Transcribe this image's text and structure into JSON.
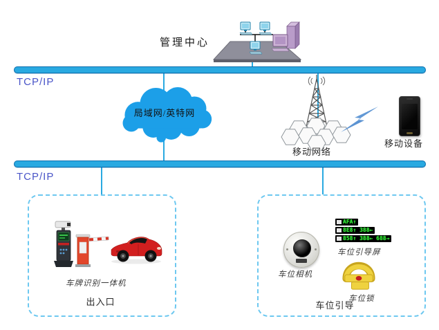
{
  "diagram": {
    "management_center": {
      "label": "管理中心"
    },
    "tcp_top": {
      "label": "TCP/IP"
    },
    "tcp_bottom": {
      "label": "TCP/IP"
    },
    "cloud": {
      "label": "局域网/英特网"
    },
    "mobile_network": {
      "label": "移动网络"
    },
    "mobile_device": {
      "label": "移动设备"
    },
    "entrance": {
      "device_label": "车牌识别一体机",
      "title": "出入口"
    },
    "guidance": {
      "camera_label": "车位相机",
      "screen_label": "车位引导屏",
      "lock_label": "车位锁",
      "title": "车位引导",
      "led_rows": [
        "AFA↑",
        "8E8↑ 388←",
        "858↑ 388← 688→"
      ]
    },
    "colors": {
      "bus": "#29A9E1",
      "tcp_text": "#4A55C8",
      "cloud": "#1C9FE8",
      "zone_border": "#6DC8F0",
      "led_green": "#35E83A",
      "barrier_red": "#E2462B",
      "car_red": "#D21F1F",
      "lock_yellow": "#EFD23F"
    }
  }
}
